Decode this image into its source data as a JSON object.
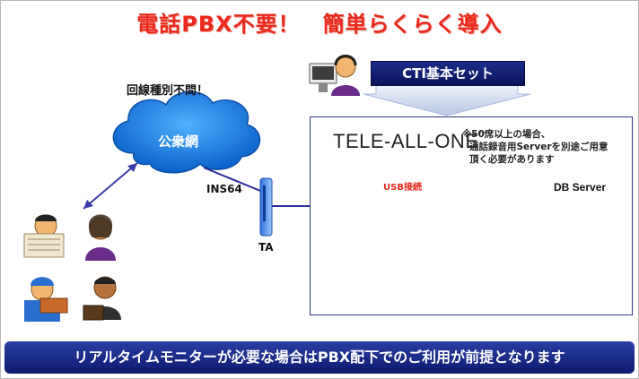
{
  "headline": "電話PBX不要！　簡単らくらく導入",
  "cloud": {
    "caption": "回線種別不問！",
    "label": "公衆網"
  },
  "line_label": "INS64",
  "ta_label": "TA",
  "cti_badge": "CTI基本セット",
  "panel": {
    "brand": "TELE-ALL-ONE",
    "brand_mark": "™",
    "note_lines": [
      "※50席以上の場合、",
      "通話録音用Serverを別途ご用意",
      "頂く必要があります"
    ],
    "usb_label": "USB接続",
    "db_server": "DB Server"
  },
  "footer": "リアルタイムモニターが必要な場合はPBX配下でのご利用が前提となります",
  "colors": {
    "headline": "#e8291c",
    "navy": "#1b2d8a",
    "cloud": "#1580e0",
    "lan": "#e01e1e",
    "usb_cable": "#e5b800",
    "connector": "#2b2b9a"
  },
  "icons": [
    "operator-headset-icon",
    "headset-icon",
    "desk-phone-icon",
    "laptop-icon",
    "server-icon",
    "ta-device-icon",
    "customer-newspaper-icon",
    "customer-woman-icon",
    "customer-worker-icon",
    "customer-businessman-icon"
  ]
}
